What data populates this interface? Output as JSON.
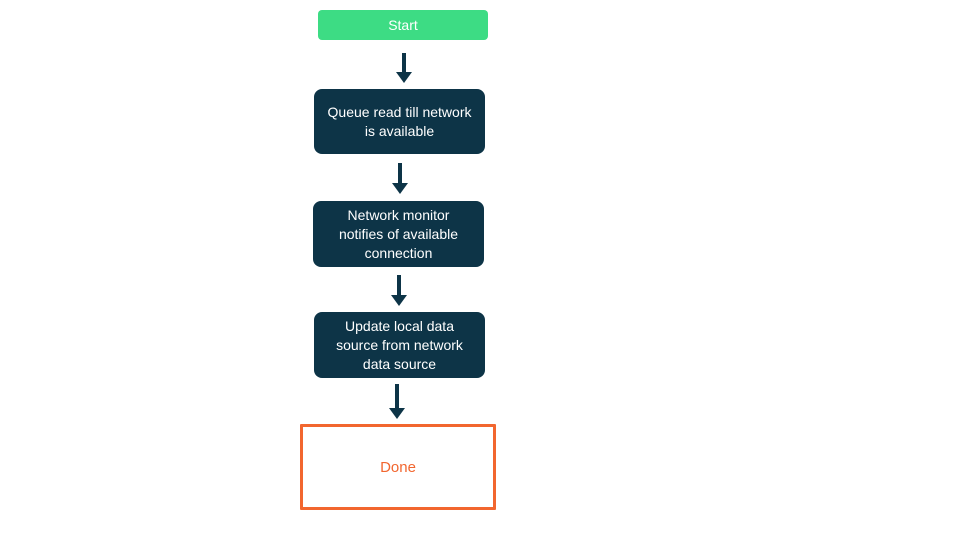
{
  "diagram": {
    "type": "flowchart",
    "direction": "top-down",
    "nodes": [
      {
        "id": "start",
        "type": "start",
        "label": "Start"
      },
      {
        "id": "queue",
        "type": "process",
        "label": "Queue read till network is available"
      },
      {
        "id": "monitor",
        "type": "process",
        "label": "Network monitor notifies of available connection"
      },
      {
        "id": "update",
        "type": "process",
        "label": "Update local data source from network data source"
      },
      {
        "id": "done",
        "type": "terminal",
        "label": "Done"
      }
    ],
    "edges": [
      {
        "from": "start",
        "to": "queue",
        "style": "arrow-down"
      },
      {
        "from": "queue",
        "to": "monitor",
        "style": "arrow-down"
      },
      {
        "from": "monitor",
        "to": "update",
        "style": "arrow-down"
      },
      {
        "from": "update",
        "to": "done",
        "style": "arrow-down"
      }
    ],
    "colors": {
      "start_background": "#3ddc84",
      "process_background": "#0d3447",
      "arrow": "#0d3447",
      "done_border": "#f2662f",
      "done_text": "#f2662f",
      "node_text": "#ffffff",
      "canvas_background": "#ffffff"
    }
  }
}
